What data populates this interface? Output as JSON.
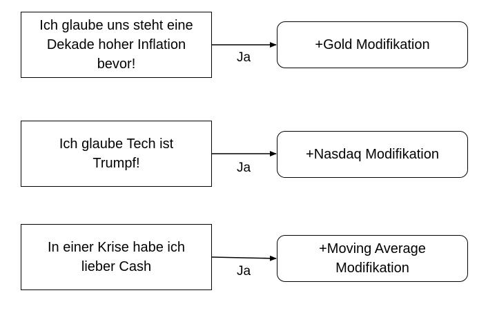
{
  "rows": [
    {
      "statement": "Ich glaube uns steht eine\nDekade hoher Inflation\nbevor!",
      "edge_label": "Ja",
      "result": "+Gold Modifikation"
    },
    {
      "statement": "Ich glaube Tech ist\nTrumpf!",
      "edge_label": "Ja",
      "result": "+Nasdaq Modifikation"
    },
    {
      "statement": "In einer Krise habe ich\nlieber Cash",
      "edge_label": "Ja",
      "result": "+Moving Average\nModifikation"
    }
  ]
}
